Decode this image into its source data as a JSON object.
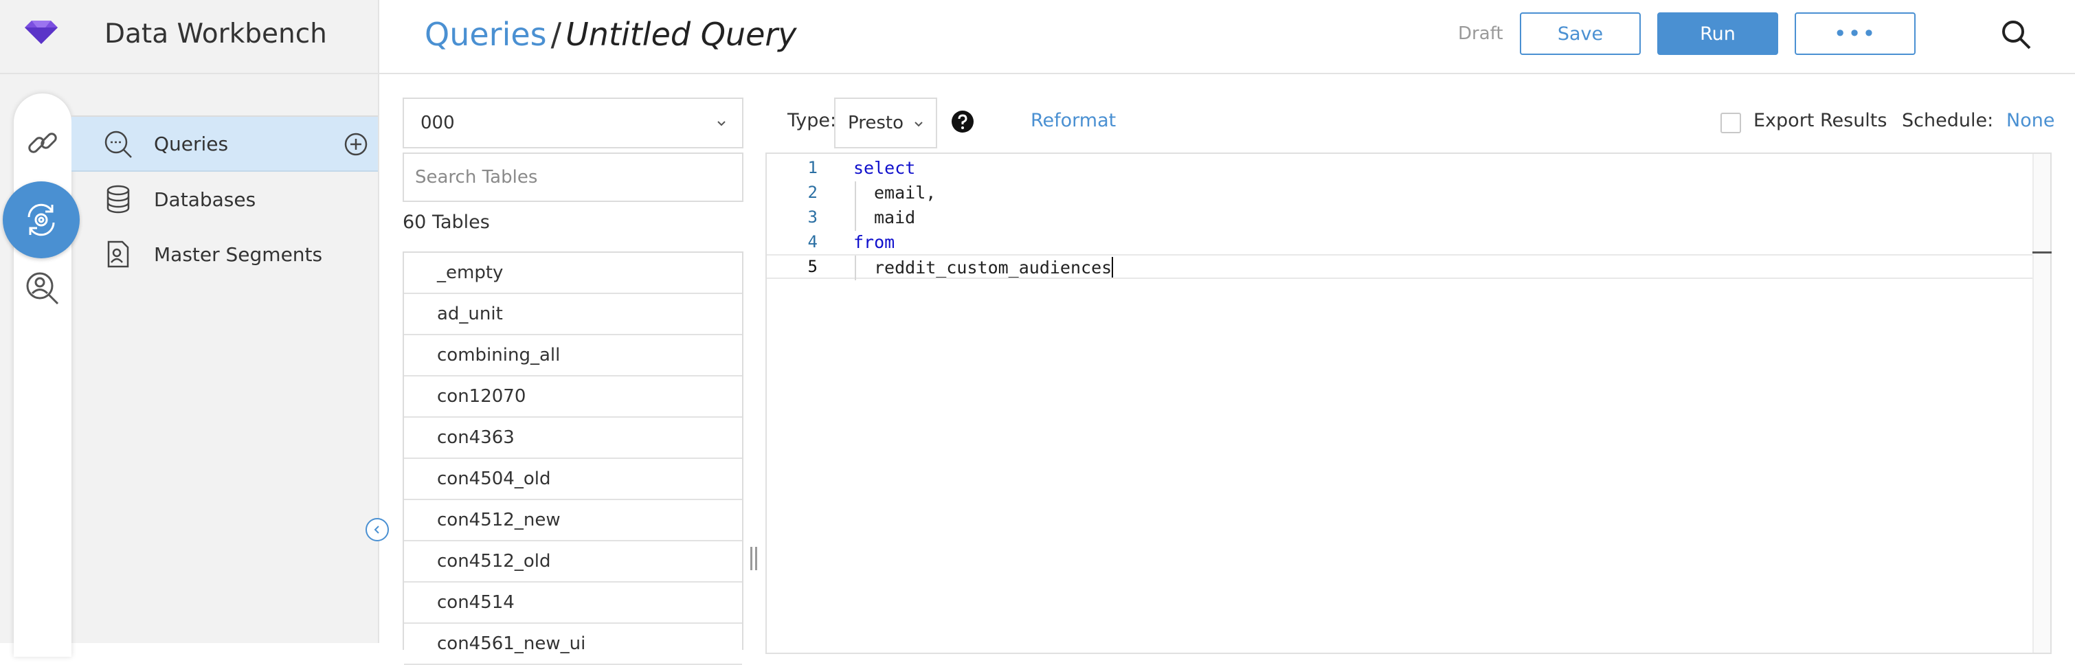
{
  "app": {
    "title": "Data Workbench"
  },
  "sidebar": {
    "nav_items": [
      {
        "label": "Queries",
        "icon": "search-icon",
        "active": true
      },
      {
        "label": "Databases",
        "icon": "database-icon",
        "active": false
      },
      {
        "label": "Master Segments",
        "icon": "profile-card-icon",
        "active": false
      }
    ],
    "rail_icons": [
      "link-icon",
      "workbench-gear-icon",
      "user-search-icon"
    ]
  },
  "header": {
    "breadcrumb_root": "Queries",
    "breadcrumb_separator": "/",
    "breadcrumb_current": "Untitled Query",
    "status": "Draft",
    "save_label": "Save",
    "run_label": "Run",
    "more_label": "•••"
  },
  "tables_panel": {
    "database": "000",
    "search_placeholder": "Search Tables",
    "count_label": "60 Tables",
    "tables": [
      "_empty",
      "ad_unit",
      "combining_all",
      "con12070",
      "con4363",
      "con4504_old",
      "con4512_new",
      "con4512_old",
      "con4514",
      "con4561_new_ui"
    ]
  },
  "editor_toolbar": {
    "type_label": "Type:",
    "type_value": "Presto",
    "reformat_label": "Reformat",
    "export_label": "Export Results",
    "export_checked": false,
    "schedule_label": "Schedule:",
    "schedule_value": "None"
  },
  "editor": {
    "lines": [
      {
        "num": "1",
        "text": "select"
      },
      {
        "num": "2",
        "text": "email,"
      },
      {
        "num": "3",
        "text": "maid"
      },
      {
        "num": "4",
        "text": "from"
      },
      {
        "num": "5",
        "text": "reddit_custom_audiences"
      }
    ]
  },
  "colors": {
    "accent": "#4a90d2",
    "active_nav_bg": "#d4e7f8",
    "keyword": "#1010cc",
    "sidebar_bg": "#f2f2f2"
  }
}
